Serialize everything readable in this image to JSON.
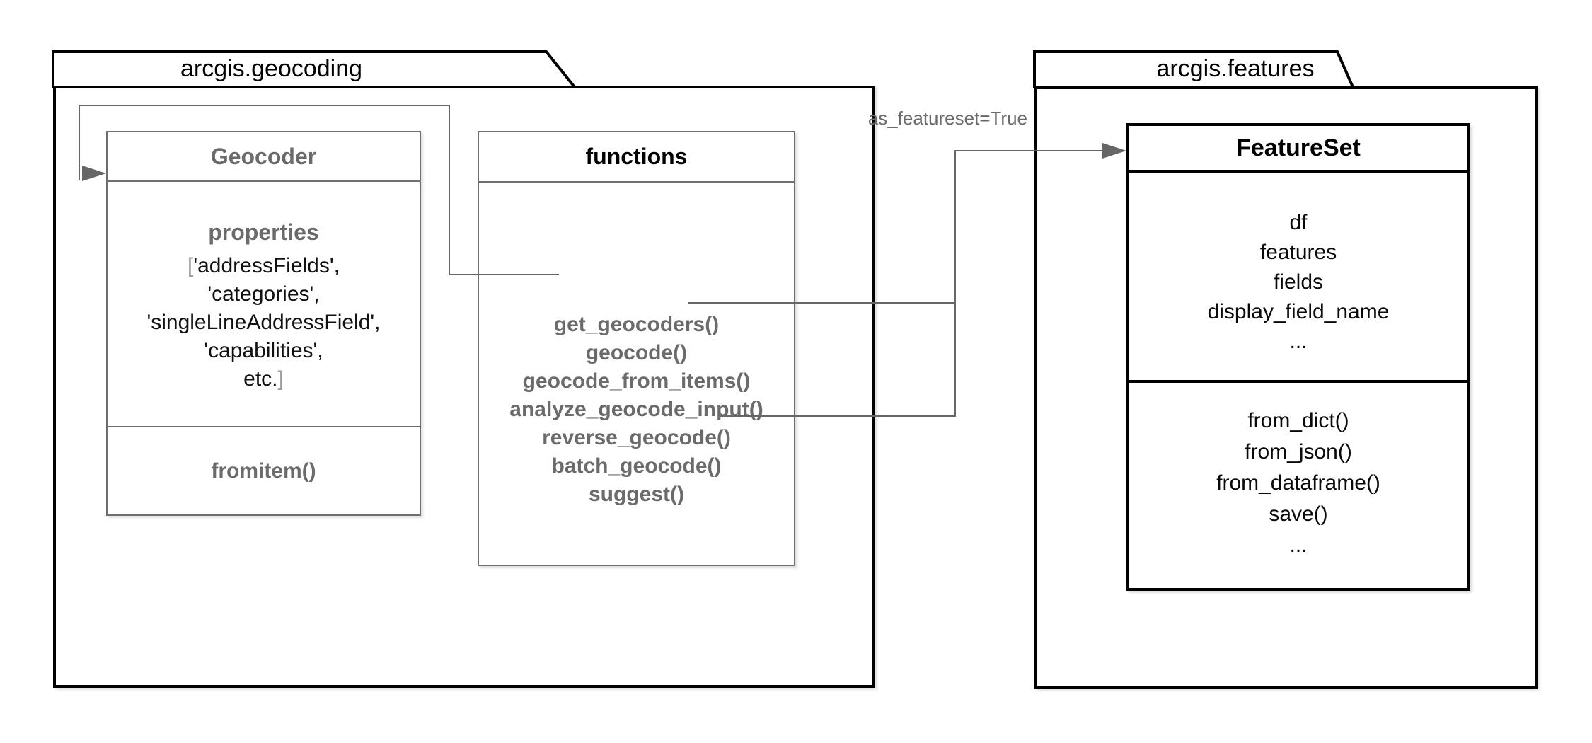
{
  "diagram": {
    "packages": {
      "geocoding": {
        "label": "arcgis.geocoding"
      },
      "features": {
        "label": "arcgis.features"
      }
    },
    "geocoder_class": {
      "title": "Geocoder",
      "properties_label": "properties",
      "bracket_open": "[",
      "bracket_close": "]",
      "properties": [
        "'addressFields',",
        "'categories',",
        "'singleLineAddressField',",
        "'capabilities',",
        "etc."
      ],
      "method": "fromitem()"
    },
    "functions_class": {
      "title": "functions",
      "items": [
        "get_geocoders()",
        "geocode()",
        "geocode_from_items()",
        "analyze_geocode_input()",
        "reverse_geocode()",
        "batch_geocode()",
        "suggest()"
      ]
    },
    "featureset_class": {
      "title": "FeatureSet",
      "properties": [
        "df",
        "features",
        "fields",
        "display_field_name",
        "..."
      ],
      "methods": [
        "from_dict()",
        "from_json()",
        "from_dataframe()",
        "save()",
        "..."
      ]
    },
    "edge_label": "as_featureset=True",
    "colors": {
      "package_border": "#000000",
      "class_border_gray": "#6e6e6e",
      "class_border_black": "#000000",
      "gray_text": "#6b6b6b",
      "black_text": "#111111",
      "bracket_text": "#9b9b9b",
      "connector": "#666666",
      "background": "#ffffff"
    }
  }
}
